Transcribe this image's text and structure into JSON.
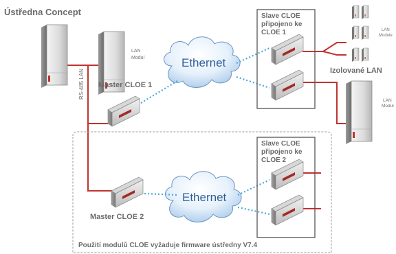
{
  "title": "Ústředna Concept",
  "lan_modul_label": [
    "LAN",
    "Modul"
  ],
  "lan_module_label": [
    "LAN",
    "Module"
  ],
  "rs485_label": "RS-485 LAN",
  "master1_label": "Master CLOE 1",
  "master2_label": "Master CLOE 2",
  "ethernet_label": "Ethernet",
  "slave1_lines": [
    "Slave CLOE",
    "připojeno ke",
    "CLOE 1"
  ],
  "slave2_lines": [
    "Slave CLOE",
    "připojeno ke",
    "CLOE 2"
  ],
  "isolated_lan_label": "Izolované LAN",
  "footnote": "Použití modulů CLOE vyžaduje firmware ústředny V7.4",
  "colors": {
    "red_line": "#c0332e",
    "dotted_link": "#4aa8d8",
    "device_border": "#8a8a8a",
    "frame_border": "#555555"
  }
}
